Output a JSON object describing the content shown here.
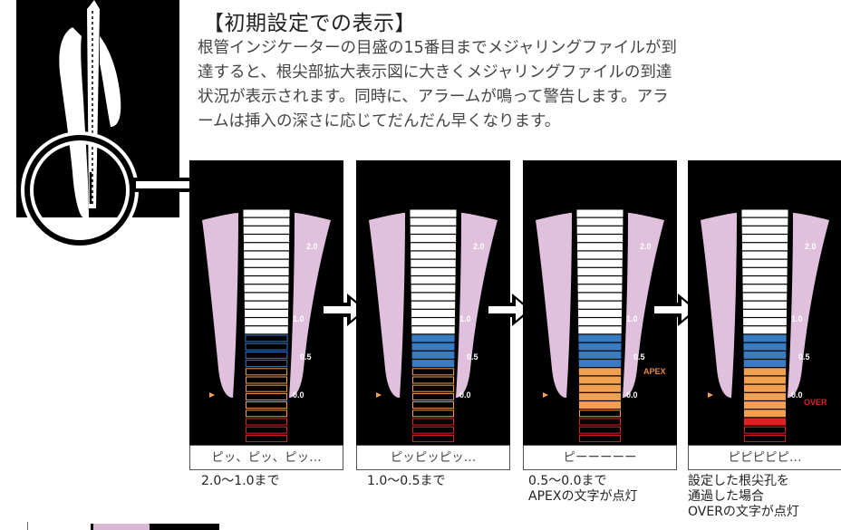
{
  "title": "【初期設定での表示】",
  "description_lines": [
    "根管インジケーターの目盛の15番目までメジャリングファイルが到",
    "達すると、根尖部拡大表示図に大きくメジャリングファイルの到達",
    "状況が表示されます。同時に、アラームが鳴って警告します。アラ",
    "ームは挿入の深さに応じてだんだん早くなります。"
  ],
  "scale_labels": [
    "2.0",
    "1.0",
    "0.5",
    "0.0"
  ],
  "panels": [
    {
      "sound": "ピッ、ピッ、ピッ…",
      "caption": [
        "2.0〜1.0まで"
      ],
      "indicator": "",
      "filled_segments": 0
    },
    {
      "sound": "ピッピッピッ…",
      "caption": [
        "1.0〜0.5まで"
      ],
      "indicator": "",
      "filled_segments": 4
    },
    {
      "sound": "ピーーーーー",
      "caption": [
        "0.5〜0.0まで",
        "APEXの文字が点灯"
      ],
      "indicator": "APEX",
      "filled_segments": 9
    },
    {
      "sound": "ピピピピピ…",
      "caption": [
        "設定した根尖孔を",
        "通過した場合",
        "OVERの文字が点灯"
      ],
      "indicator": "OVER",
      "filled_segments": 11
    }
  ],
  "colors": {
    "white": "#ffffff",
    "blue": "#3a7cc4",
    "orange": "#f0a050",
    "red": "#e02020",
    "pink": "#e0c0dc",
    "apex_text": "#e8883a",
    "over_text": "#e02020"
  }
}
